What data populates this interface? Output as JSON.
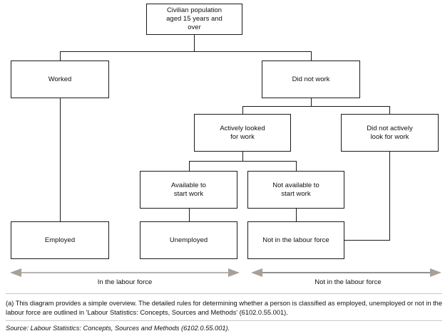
{
  "diagram": {
    "title": "Labour force framework flowchart",
    "nodes": [
      {
        "id": "civilian-population",
        "label": "Civilian population\naged 15 years and\nover"
      },
      {
        "id": "worked",
        "label": "Worked"
      },
      {
        "id": "did-not-work",
        "label": "Did not work"
      },
      {
        "id": "actively-looked-for-work",
        "label": "Actively looked\nfor work"
      },
      {
        "id": "did-not-actively-look-for-work",
        "label": "Did not actively\nlook for work"
      },
      {
        "id": "available-to-start-work",
        "label": "Available to\nstart work"
      },
      {
        "id": "not-available-to-start-work",
        "label": "Not available to\nstart work"
      },
      {
        "id": "employed",
        "label": "Employed"
      },
      {
        "id": "unemployed",
        "label": "Unemployed"
      },
      {
        "id": "not-in-the-labour-force",
        "label": "Not in the labour force"
      }
    ],
    "span_labels": [
      {
        "id": "in-labour-force",
        "label": "In the labour force"
      },
      {
        "id": "not-in-labour-force",
        "label": "Not in the labour force"
      }
    ],
    "colors": {
      "box_border": "#1a1a1a",
      "connector": "#1a1a1a",
      "arrow": "#6f6a63",
      "arrow_head": "#a8a096",
      "rule": "#c9c9c9",
      "text": "#111111",
      "background": "#ffffff"
    }
  },
  "footnotes": {
    "note": "(a) This diagram provides a simple overview. The detailed rules for determining whether a person is classified as employed, unemployed or not in the labour force are outlined in 'Labour Statistics: Concepts, Sources and Methods' (6102.0.55.001).",
    "source": "Source: Labour Statistics: Concepts, Sources and Methods (6102.0.55.001)."
  }
}
